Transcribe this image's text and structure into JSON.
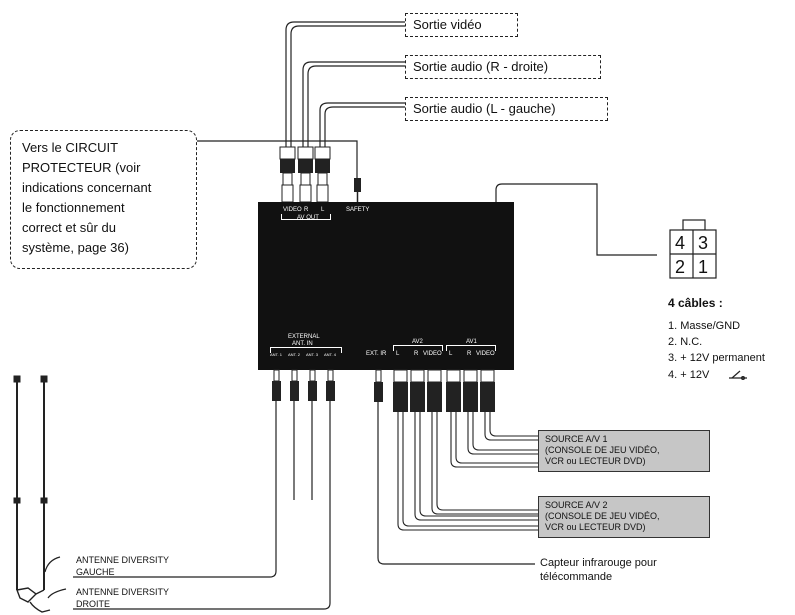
{
  "callouts": {
    "video_out": "Sortie vidéo",
    "audio_right": "Sortie audio (R - droite)",
    "audio_left": "Sortie audio (L - gauche)"
  },
  "protector_note": [
    "Vers le CIRCUIT",
    "PROTECTEUR (voir",
    "indications concernant",
    "le fonctionnement",
    "correct et sûr du",
    "système, page 36)"
  ],
  "unit": {
    "av_out_video": "VIDEO",
    "av_out_r": "R",
    "av_out_l": "L",
    "av_out_title": "AV OUT",
    "safety": "SAFETY",
    "external": "EXTERNAL",
    "ant_in": "ANT. IN",
    "ant1": "ANT. 1",
    "ant2": "ANT. 2",
    "ant3": "ANT. 3",
    "ant4": "ANT. 4",
    "ext_ir": "EXT. IR",
    "av2": "AV2",
    "av1": "AV1",
    "av_l": "L",
    "av_r": "R",
    "av_video": "VIDEO"
  },
  "connector": {
    "pins": [
      "4",
      "3",
      "2",
      "1"
    ],
    "title": "4 câbles :",
    "items": [
      "1. Masse/GND",
      "2. N.C.",
      "3. + 12V permanent",
      "4. + 12V"
    ]
  },
  "sources": {
    "av1": [
      "SOURCE A/V 1",
      "(CONSOLE DE JEU VIDÉO,",
      "VCR ou LECTEUR DVD)"
    ],
    "av2": [
      "SOURCE A/V 2",
      "(CONSOLE DE JEU VIDÉO,",
      "VCR ou LECTEUR DVD)"
    ]
  },
  "ir_sensor": [
    "Capteur infrarouge pour",
    "télécommande"
  ],
  "antennas": {
    "left": [
      "ANTENNE DIVERSITY",
      "GAUCHE"
    ],
    "right": [
      "ANTENNE DIVERSITY",
      "DROITE"
    ]
  },
  "colors": {
    "unit_body": "#111111",
    "source_box": "#c6c6c6",
    "line": "#222222"
  },
  "icons": [
    "ignition-key-icon"
  ]
}
